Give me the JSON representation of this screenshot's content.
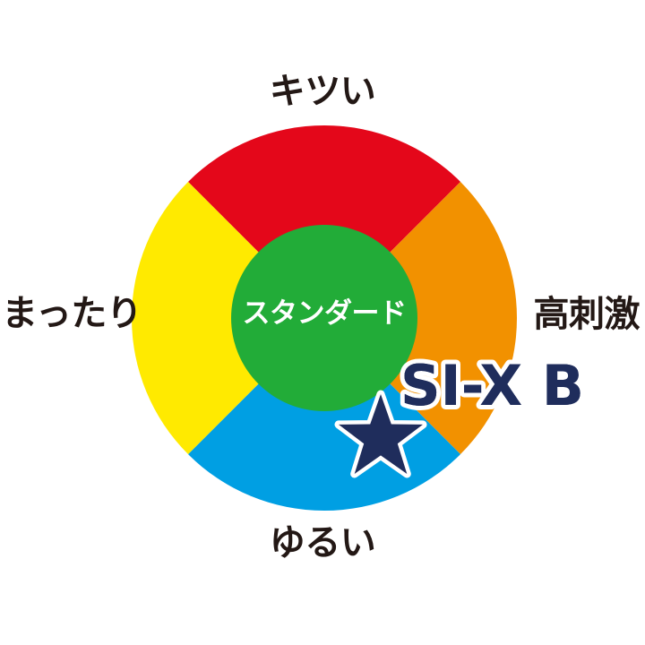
{
  "chart_data": {
    "type": "pie",
    "title": "",
    "subtitle": "",
    "xlabel": "",
    "ylabel": "",
    "grid": false,
    "legend_position": "outside-axes",
    "description": "Four-quadrant radial matrix (donut ring) with a green inner hub, axis labels at top/right/bottom/left, and a navy star marker plotted in the lower-right orange/blue area annotated 'SI-X B'.",
    "categories": [
      "キツい",
      "高刺激",
      "ゆるい",
      "まったり"
    ],
    "values": [
      25,
      25,
      25,
      25
    ],
    "series": [
      {
        "name": "ring-segments",
        "values": [
          25,
          25,
          25,
          25
        ]
      }
    ],
    "segments": [
      {
        "id": "top",
        "label": "キツい",
        "color": "#E4071A",
        "start_angle": 315,
        "end_angle": 45,
        "value": 25
      },
      {
        "id": "right",
        "label": "高刺激",
        "color": "#F29100",
        "start_angle": 45,
        "end_angle": 135,
        "value": 25
      },
      {
        "id": "bottom",
        "label": "ゆるい",
        "color": "#009FE3",
        "start_angle": 135,
        "end_angle": 225,
        "value": 25
      },
      {
        "id": "left",
        "label": "まったり",
        "color": "#FFEA00",
        "start_angle": 225,
        "end_angle": 315,
        "value": 25
      }
    ],
    "hub": {
      "label": "スタンダード",
      "color": "#22AC38",
      "text_color": "#FFFFFF",
      "radius": 104
    },
    "geometry": {
      "center_x": 362,
      "center_y": 355,
      "outer_radius": 215,
      "inner_radius": 104
    },
    "markers": [
      {
        "name": "SI-X B",
        "shape": "star",
        "color": "#1F2D5C",
        "outline_color": "#FFFFFF",
        "x": 425,
        "y": 486,
        "size": 46
      }
    ],
    "annotations": [
      {
        "text": "SI-X B",
        "color": "#1F2D5C",
        "outline_color": "#FFFFFF",
        "x": 545,
        "y": 430
      }
    ]
  },
  "axes": {
    "top": {
      "name": "axis-label-top",
      "text": "キツい"
    },
    "right": {
      "name": "axis-label-right",
      "text": "高刺激"
    },
    "bottom": {
      "name": "axis-label-bottom",
      "text": "ゆるい"
    },
    "left": {
      "name": "axis-label-left",
      "text": "まったり"
    }
  },
  "center": {
    "text": "スタンダード"
  },
  "marker": {
    "label": "SI-X B"
  },
  "colors": {
    "red": "#E4071A",
    "orange": "#F29100",
    "blue": "#009FE3",
    "yellow": "#FFEA00",
    "green": "#22AC38",
    "navy": "#1F2D5C",
    "text": "#231815",
    "background": "#FFFFFF"
  }
}
